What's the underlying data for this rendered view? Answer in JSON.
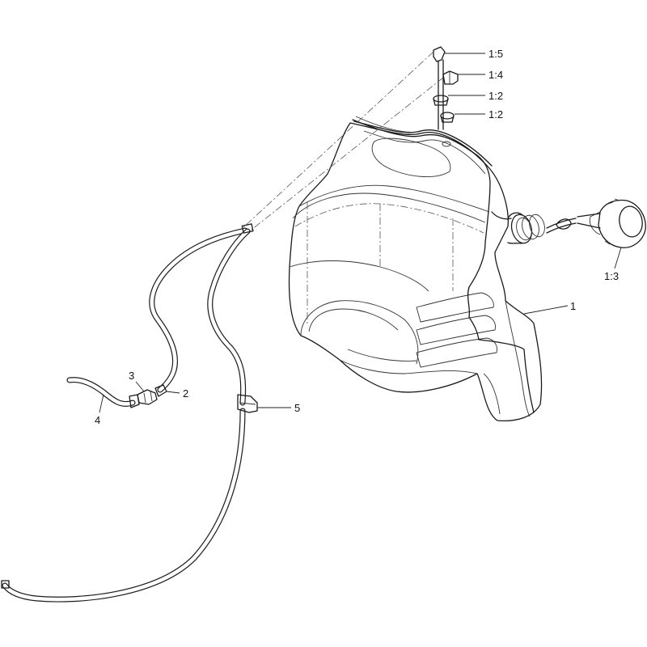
{
  "callouts": [
    {
      "id": "p1-5",
      "label": "1:5"
    },
    {
      "id": "p1-4",
      "label": "1:4"
    },
    {
      "id": "p1-2a",
      "label": "1:2"
    },
    {
      "id": "p1-2b",
      "label": "1:2"
    },
    {
      "id": "p1-3",
      "label": "1:3"
    },
    {
      "id": "p1",
      "label": "1"
    },
    {
      "id": "p2",
      "label": "2"
    },
    {
      "id": "p3",
      "label": "3"
    },
    {
      "id": "p4",
      "label": "4"
    },
    {
      "id": "p5",
      "label": "5"
    }
  ],
  "colors": {
    "line": "#1a1a1a",
    "background": "#ffffff"
  }
}
